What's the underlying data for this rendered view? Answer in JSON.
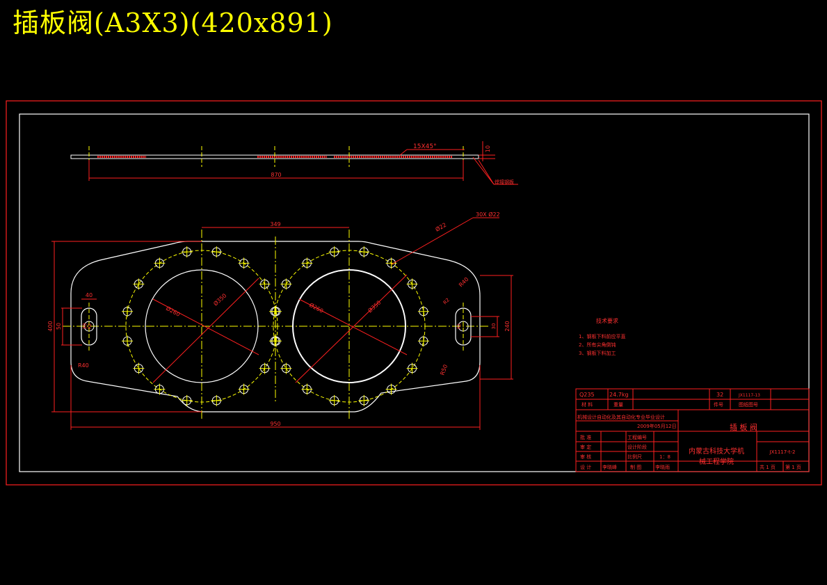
{
  "title": "插板阀(A3X3)(420x891)",
  "top_view": {
    "chamfer": "15X45°",
    "thickness": "10",
    "length": "870",
    "weld_note": "焊接钢板"
  },
  "main_view": {
    "dim_between_centers": "349",
    "holes_note": "30X Ø22",
    "hole_small": "Ø22",
    "outer_width": "950",
    "outer_height": "400",
    "slot_width": "40",
    "slot_height": "50",
    "slot_inner": "30",
    "right_height": "240",
    "right_slot": "30",
    "r_left": "R40",
    "r_right_top": "R40",
    "r_right_bottom": "R50",
    "r_small_left": "R2",
    "r_small_right": "R2",
    "dia_bore_left": "Ø260",
    "dia_pitch_left": "Ø350",
    "dia_bore_right": "Ø260",
    "dia_pitch_right": "Ø350"
  },
  "tech_req": {
    "heading": "技术要求",
    "items": [
      "1、钢板下料前应平直",
      "2、所有尖角倒钝",
      "3、钢板下料加工"
    ]
  },
  "title_block": {
    "material": "Q235",
    "weight": "24.7kg",
    "qty": "32",
    "code": "JX1117-13",
    "material_label": "材 料",
    "weight_label": "重量",
    "qty_label": "件号",
    "code_label": "图纸图号",
    "project": "机械设计自动化及其自动化专业毕业设计",
    "date": "2009年05月12日",
    "part_name": "插 板 阀",
    "school_line1": "内蒙古科技大学机",
    "school_line2": "械工程学院",
    "drawing_no": "JX1117-t-2",
    "sheet_total": "共 1 页",
    "sheet_no": "第 1 页",
    "row_labels": [
      "批 准",
      "审 定",
      "审 核",
      "设 计"
    ],
    "mid_labels": [
      "工程编号",
      "设计阶段",
      "比例尺",
      "制 图"
    ],
    "scale": "1：8",
    "designer": "李晓峰",
    "drafter": "李晓雨"
  },
  "colors": {
    "frame": "#ff2020",
    "geometry": "#ffffff",
    "centerline": "#ffff00",
    "title": "#ffff00",
    "background": "#000000"
  }
}
